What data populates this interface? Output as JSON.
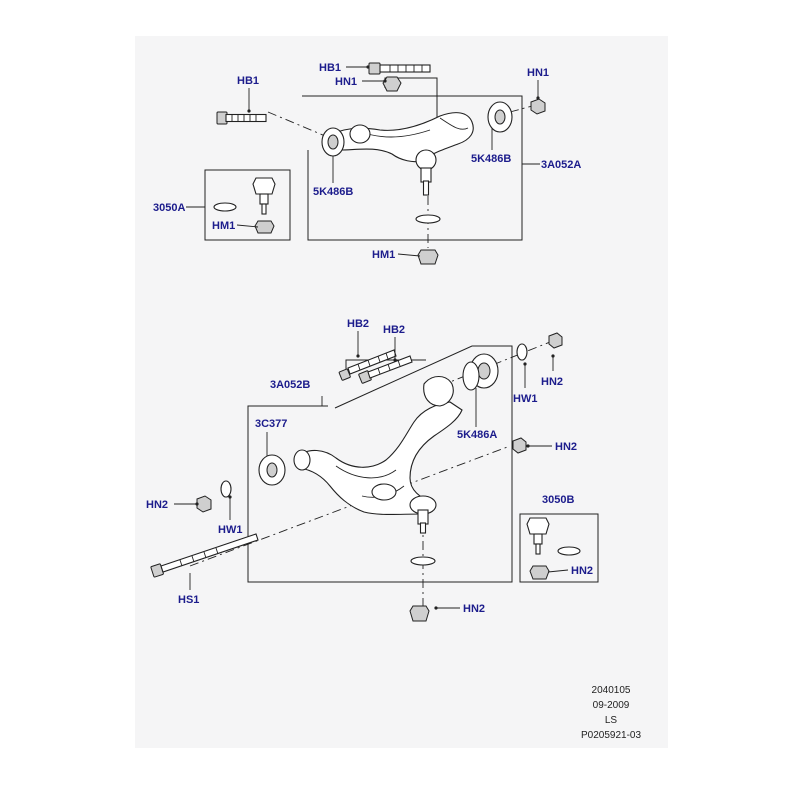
{
  "colors": {
    "label": "#1c1c8c",
    "line": "#222222",
    "sheet": "#f5f5f6"
  },
  "labels": {
    "hb1_left": "HB1",
    "hb1_top": "HB1",
    "hn1_top": "HN1",
    "hn1_right": "HN1",
    "k486b": "5K486B",
    "k486b_right": "5K486B",
    "a052a": "3A052A",
    "p3050a": "3050A",
    "hm1_box": "HM1",
    "hm1_bottom": "HM1",
    "hb2_a": "HB2",
    "hb2_b": "HB2",
    "a052b": "3A052B",
    "c377": "3C377",
    "k486a": "5K486A",
    "hw1_right": "HW1",
    "hn2_right_top": "HN2",
    "hn2_right_mid": "HN2",
    "hn2_left": "HN2",
    "hw1_left": "HW1",
    "hs1": "HS1",
    "p3050b": "3050B",
    "hn2_box": "HN2",
    "hn2_bottom": "HN2"
  },
  "footer": {
    "line1": "2040105",
    "line2": "09-2009",
    "line3": "LS",
    "line4": "P0205921-03"
  }
}
